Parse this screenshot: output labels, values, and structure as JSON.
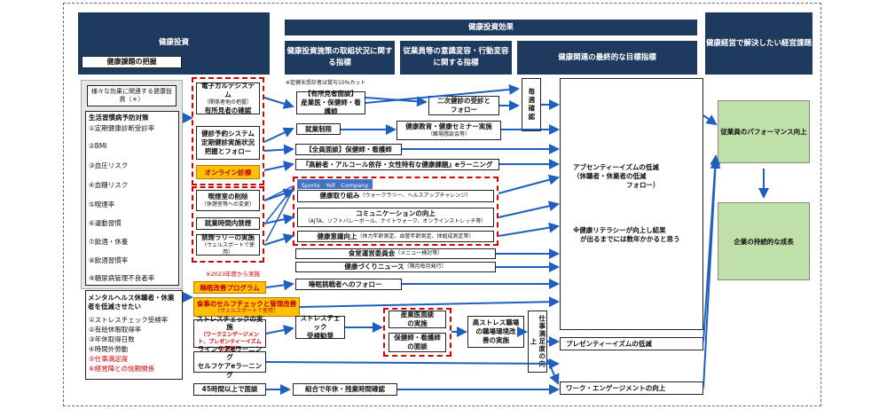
{
  "headers": {
    "investment": "健康投資",
    "effect": "健康投資効果",
    "action": "健康投資施策の取組状況に関する指標",
    "awareness": "従業員等の意識変容・行動変容に関する指標",
    "final": "健康関連の最終的な目標指標",
    "issues": "健康経営で解決したい経営課題",
    "grasp": "健康課題の把握"
  },
  "left_panel": {
    "title": "様々な効果に関連する健康投資（＊）",
    "lifestyle_title": "生活習慣病予防対策",
    "lifestyle_items": [
      "①定期健康診断受診率",
      "②BMI",
      "③血圧リスク",
      "④血糖リスク",
      "⑤喫煙率",
      "⑥運動習慣",
      "⑦飲酒・休養",
      "⑧飲酒習慣率",
      "⑨糖尿病管理不良者率"
    ],
    "mental_title": "メンタルヘルス休職者・休業者を低減させたい",
    "mental_items": [
      "①ストレスチェック受検率",
      "②有給休暇取得率",
      "③年休取得日数",
      "④時間外勞動",
      "⑤仕事満足度",
      "⑥経営陣との信頼関係"
    ]
  },
  "col2": {
    "ekarte_title": "電子カルテシステム",
    "ekarte_sub": "（関係者他の把握）",
    "ekarte_check": "有所見者の確認",
    "kenshin_title": "健診予約システム",
    "kenshin_status": "定期健診実施状況",
    "kenshin_follow": "把握とフォロー",
    "online": "オンライン診療",
    "smoke": "喫煙室の削除",
    "smoke_sub": "（休憩室等への変更）",
    "smoke_time": "就業時間内禁煙",
    "nonsmoke": "禁煙ラリーの実施",
    "nonsmoke_sub": "（ウェルスポートで使用）",
    "note2023": "※2023年度から実施",
    "sleep": "睡眠改善プログラム",
    "meal": "食事のセルフチェックと管理改善",
    "meal_sub": "（ウェルスポートで使用）",
    "stress": "ストレスチェックの実施",
    "stress_red": "（ワークエンゲージメント、プレゼンティーイズムの測定）",
    "line1": "ラインケアeラーニング",
    "line2": "セルフケアeラーニング",
    "over45": "45時間以上で面談"
  },
  "col3": {
    "note": "※定健未受診者は賞与10%カット",
    "interview": "【有所見者面談】",
    "interview_sub": "産業医・保健師・看護師",
    "restrict": "就業制限",
    "second": "二次健診の受診と",
    "follow": "フォロー",
    "education": "健康教育・健康セミナー実施",
    "education_sub": "（職場懇談会等）",
    "all_interview": "【全員面談】保健師・看護師",
    "elearning": "『高齢者・アルコール依存・女性特有な健康課題』eラーニング",
    "sports_label": "Sports　Yell　Company",
    "effort": "健康取り組み",
    "effort_sub": "（ウォークラリー、ヘルスアップチャレンジ）",
    "comm": "コミュニケーションの向上",
    "comm_sub": "（AJTA、ソフトバレーボール、ナイトウォーク、オンラインストレッチ等）",
    "awareness_up": "健康意識向上",
    "awareness_sub": "（体力年齢測定、血管年齢測定、体組成測定等）",
    "food": "食堂運営委員会",
    "food_sub": "（メニュー検討等）",
    "news": "健康づくりニュース",
    "news_sub": "（隔月毎月発行）",
    "sleep_follow": "睡眠挑戦者へのフォロー",
    "stress_check": "ストレスチェック",
    "stress_check2": "受検勧奨",
    "doctor": "産業医面談",
    "doctor2": "の実施",
    "nurse": "保健師・看護師",
    "nurse2": "の面談",
    "high_stress": "高ストレス職場",
    "high_stress2": "の職場環境改",
    "high_stress3": "善の実施",
    "overtime": "組合で年休・残業時間確認"
  },
  "col4": {
    "monthly": "毎週確認",
    "job": "仕事満足度の向上"
  },
  "col5": {
    "absent": "アブセンティーイズムの低減",
    "absent_sub": "（休職者・休業者の低減",
    "follow": "フォロー）",
    "note1": "※健康リテラシーが向上し結果",
    "note2": "が出るまでには数年かかると思う",
    "presentee": "プレゼンティーイズムの低減",
    "engage": "ワーク・エンゲージメントの向上"
  },
  "col6": {
    "perf": "従業員のパフォーマンス向上",
    "growth": "企業の持続的な成長"
  },
  "colors": {
    "header": "#1f3a5f",
    "green": "#bfe0a8",
    "orange": "#ffc000",
    "arrow": "#1f5fbf",
    "red": "#d00000"
  }
}
